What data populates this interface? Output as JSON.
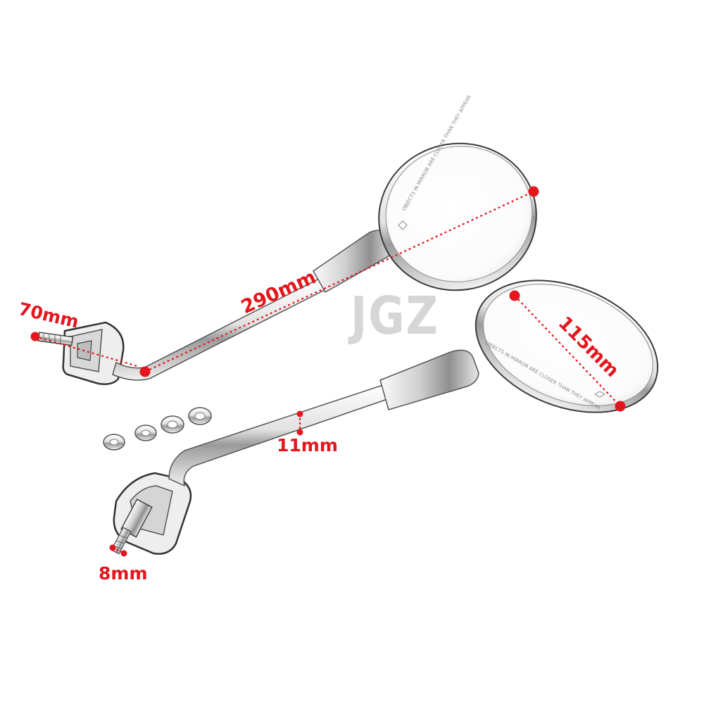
{
  "watermark": {
    "text": "JGZ"
  },
  "dimensions": {
    "length": "290mm",
    "bolt_length": "70mm",
    "mirror_diameter": "115mm",
    "stem_diameter": "11mm",
    "thread": "8mm"
  },
  "mirror_engraving": {
    "right": "OBJECTS IN MIRROR ARE CLOSER THAN THEY APPEAR",
    "left": "OBJECTS IN MIRROR ARE CLOSER THAN THEY APPEAR"
  },
  "colors": {
    "dimension_red": "#e4161d",
    "chrome_light": "#f4f4f4",
    "chrome_dark": "#7a7a7a",
    "outline": "#3a3a3a"
  },
  "icons": [
    "washer-icon",
    "bolt-icon",
    "mirror-icon"
  ]
}
